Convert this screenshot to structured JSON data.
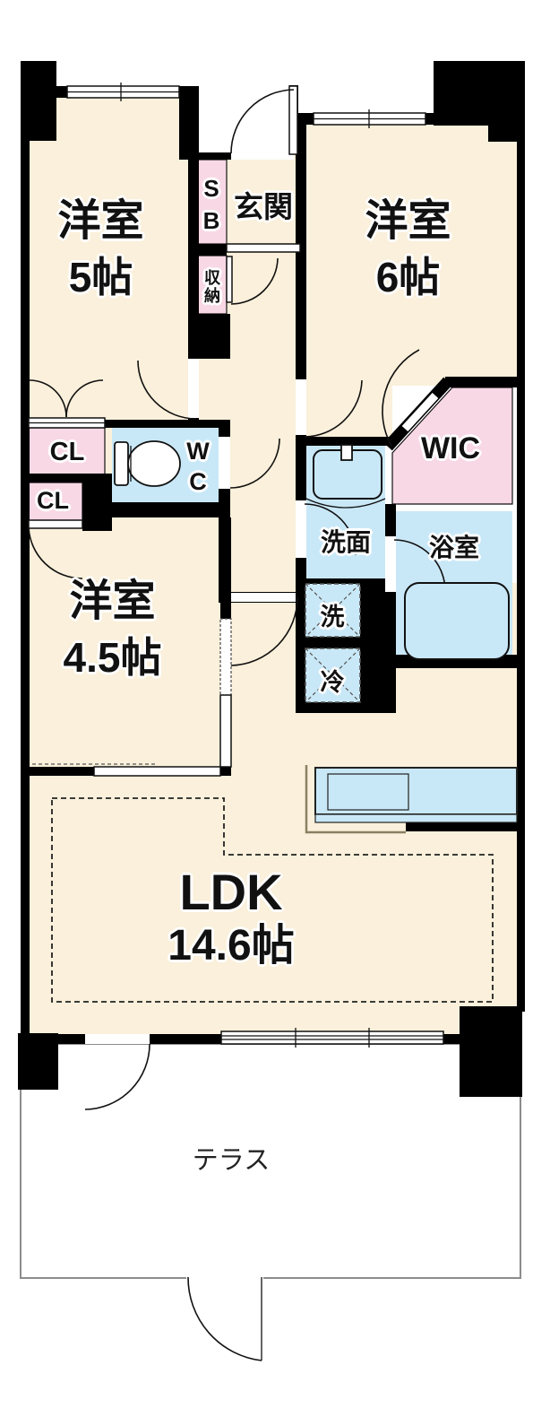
{
  "colors": {
    "cream": "#FAF0DB",
    "pink": "#F8D8E5",
    "blue": "#C9E8F7",
    "wall": "#000000",
    "terrace_line": "#8C8C8C",
    "counter_line": "#8A8164"
  },
  "rooms": {
    "bedroom5": {
      "name": "洋室",
      "size": "5帖"
    },
    "bedroom6": {
      "name": "洋室",
      "size": "6帖"
    },
    "bedroom45": {
      "name": "洋室",
      "size": "4.5帖"
    },
    "ldk": {
      "name": "LDK",
      "size": "14.6帖"
    },
    "entrance": {
      "label": "玄関"
    },
    "shoe_box": {
      "line1": "S",
      "line2": "B"
    },
    "storage": {
      "label": "収納"
    },
    "closet_upper": {
      "label": "CL"
    },
    "closet_lower": {
      "label": "CL"
    },
    "toilet": {
      "line1": "W",
      "line2": "C"
    },
    "walk_in_closet": {
      "label": "WIC"
    },
    "washroom": {
      "label": "洗面"
    },
    "bathroom": {
      "label": "浴室"
    },
    "washer": {
      "label": "洗"
    },
    "refrigerator": {
      "label": "冷"
    },
    "terrace": {
      "label": "テラス"
    }
  }
}
